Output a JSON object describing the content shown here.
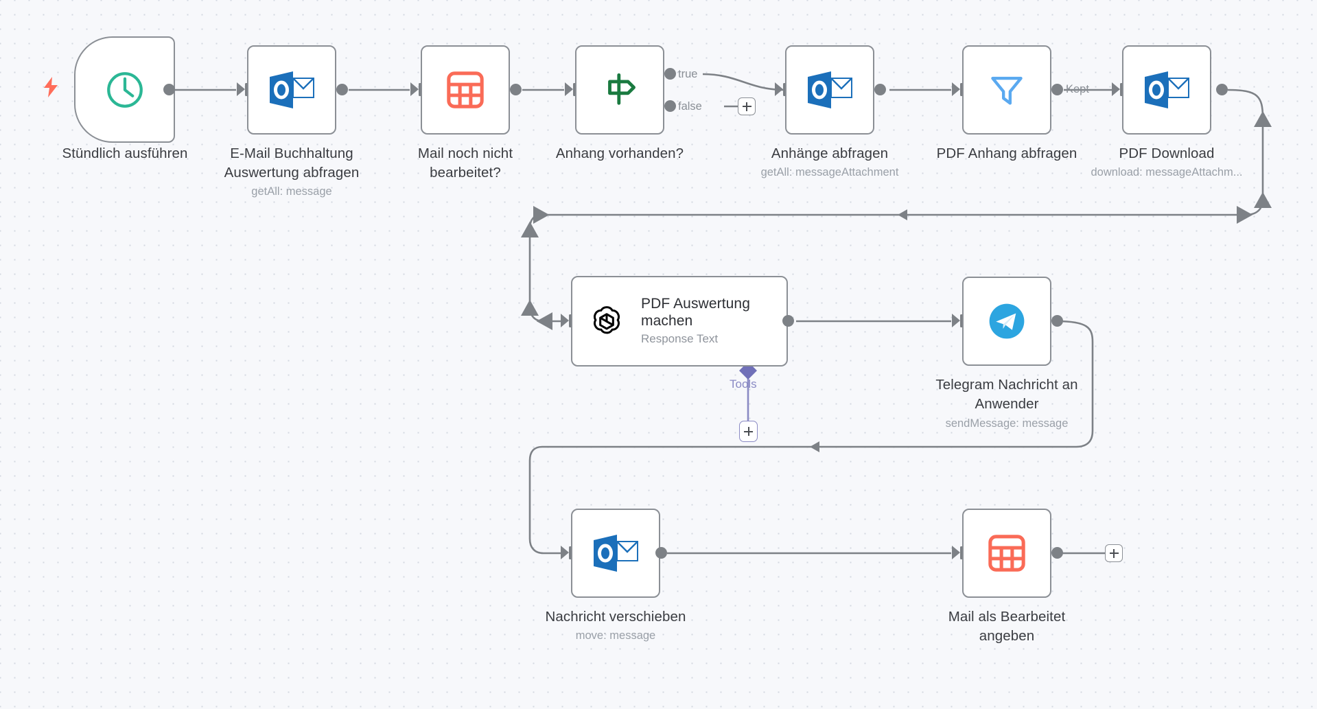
{
  "canvas": {
    "background": "#f7f8fb",
    "dot_color": "#d3d7e0",
    "trigger_bolt_icon": "lightning-bolt-icon",
    "trigger_bolt_color": "#ff6d5a"
  },
  "nodes": [
    {
      "id": "stuendlich-ausfuehren",
      "label": "Stündlich ausführen",
      "sublabel": "",
      "icon": "clock-icon",
      "icon_color": "#2bb795",
      "kind": "trigger",
      "inner_title": "",
      "inner_sub": ""
    },
    {
      "id": "email-buchhaltung-auswertung-abfragen",
      "label": "E-Mail Buchhaltung\nAuswertung abfragen",
      "sublabel": "getAll: message",
      "icon": "microsoft-outlook-icon",
      "icon_color": "#0f6cbd",
      "kind": "action",
      "inner_title": "",
      "inner_sub": ""
    },
    {
      "id": "mail-noch-nicht-bearbeitet",
      "label": "Mail noch nicht\nbearbeitet?",
      "sublabel": "",
      "icon": "airtable-grid-icon",
      "icon_color": "#fa6b57",
      "kind": "action",
      "inner_title": "",
      "inner_sub": ""
    },
    {
      "id": "anhang-vorhanden",
      "label": "Anhang vorhanden?",
      "sublabel": "",
      "icon": "signpost-if-icon",
      "icon_color": "#1a7a40",
      "kind": "if",
      "inner_title": "",
      "inner_sub": ""
    },
    {
      "id": "anhaenge-abfragen",
      "label": "Anhänge abfragen",
      "sublabel": "getAll: messageAttachment",
      "icon": "microsoft-outlook-icon",
      "icon_color": "#0f6cbd",
      "kind": "action",
      "inner_title": "",
      "inner_sub": ""
    },
    {
      "id": "pdf-anhang-abfragen",
      "label": "PDF Anhang abfragen",
      "sublabel": "",
      "icon": "filter-funnel-icon",
      "icon_color": "#5aa9f0",
      "kind": "filter",
      "inner_title": "",
      "inner_sub": ""
    },
    {
      "id": "pdf-download",
      "label": "PDF Download",
      "sublabel": "download: messageAttachm...",
      "icon": "microsoft-outlook-icon",
      "icon_color": "#0f6cbd",
      "kind": "action",
      "inner_title": "",
      "inner_sub": ""
    },
    {
      "id": "pdf-auswertung-machen",
      "label": "",
      "sublabel": "",
      "icon": "openai-icon",
      "icon_color": "#000000",
      "kind": "agent",
      "inner_title": "PDF Auswertung machen",
      "inner_sub": "Response Text"
    },
    {
      "id": "telegram-nachricht-an-anwender",
      "label": "Telegram Nachricht an\nAnwender",
      "sublabel": "sendMessage: message",
      "icon": "telegram-icon",
      "icon_color": "#2ca5e0",
      "kind": "action",
      "inner_title": "",
      "inner_sub": ""
    },
    {
      "id": "nachricht-verschieben",
      "label": "Nachricht verschieben",
      "sublabel": "move: message",
      "icon": "microsoft-outlook-icon",
      "icon_color": "#0f6cbd",
      "kind": "action",
      "inner_title": "",
      "inner_sub": ""
    },
    {
      "id": "mail-als-bearbeitet-angeben",
      "label": "Mail als Bearbeitet\nangeben",
      "sublabel": "",
      "icon": "airtable-grid-icon",
      "icon_color": "#fa6b57",
      "kind": "action",
      "inner_title": "",
      "inner_sub": ""
    }
  ],
  "edge_labels": {
    "true": "true",
    "false": "false",
    "kept": "Kept",
    "tools": "Tools"
  },
  "plus_buttons": [
    {
      "id": "plus-false-branch",
      "glyph": "+"
    },
    {
      "id": "plus-tools",
      "glyph": "+"
    },
    {
      "id": "plus-end-of-flow",
      "glyph": "+"
    }
  ]
}
